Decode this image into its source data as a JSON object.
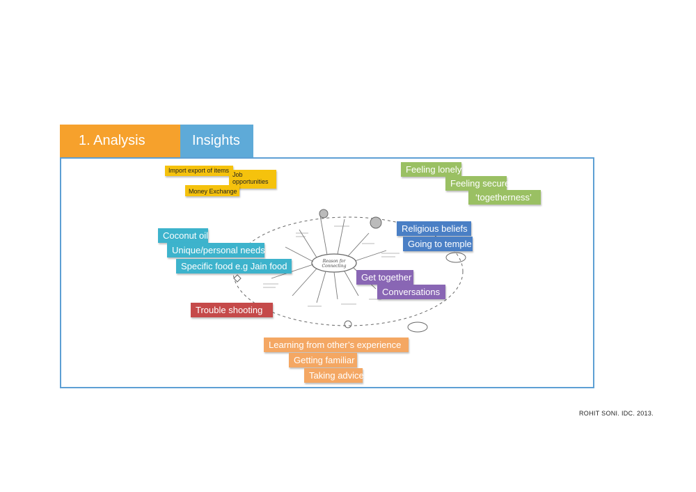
{
  "tabs": {
    "analysis": "1. Analysis",
    "insights": "Insights"
  },
  "colors": {
    "orange_tab": "#f6a12c",
    "blue_tab": "#5eaad8",
    "panel_border": "#5d9fd4",
    "yellow": "#f5c20d",
    "green": "#9ac063",
    "cyan": "#3db3cc",
    "blue": "#4a7fc5",
    "purple": "#8966b4",
    "red": "#c54a4a",
    "peach": "#f4a763"
  },
  "notes": {
    "import_export": "Import export of items",
    "job_opportunities": "Job opportunities",
    "money_exchange": "Money Exchange",
    "feeling_lonely": "Feeling lonely",
    "feeling_secure": "Feeling secure",
    "togetherness": "‘togetherness’",
    "coconut_oil": "Coconut oil",
    "unique_needs": "Unique/personal needs",
    "specific_food": "Specific food e.g Jain food",
    "religious_beliefs": "Religious beliefs",
    "going_to_temple": "Going to temple",
    "get_together": "Get together",
    "conversations": "Conversations",
    "trouble_shooting": "Trouble shooting",
    "learning": "Learning from other’s experience",
    "getting_familiar": "Getting familiar",
    "taking_advice": "Taking advice"
  },
  "sketch": {
    "center_label": "Reason for Connecting"
  },
  "credit": "ROHIT SONI.  IDC. 2013."
}
